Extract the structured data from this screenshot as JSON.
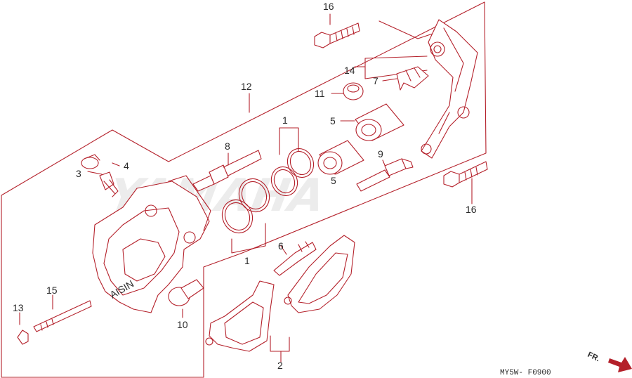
{
  "diagram_code": "MY5W- F0900",
  "front_label": "FR.",
  "watermark": "YAMAHA",
  "callouts": {
    "c1a": "1",
    "c1b": "1",
    "c2": "2",
    "c3": "3",
    "c4": "4",
    "c5a": "5",
    "c5b": "5",
    "c6": "6",
    "c7": "7",
    "c8": "8",
    "c9": "9",
    "c10": "10",
    "c11": "11",
    "c12": "12",
    "c13": "13",
    "c14": "14",
    "c15": "15",
    "c16a": "16",
    "c16b": "16"
  },
  "colors": {
    "line": "#b4202a",
    "text": "#2a2a2a",
    "watermark": "#ececec"
  }
}
